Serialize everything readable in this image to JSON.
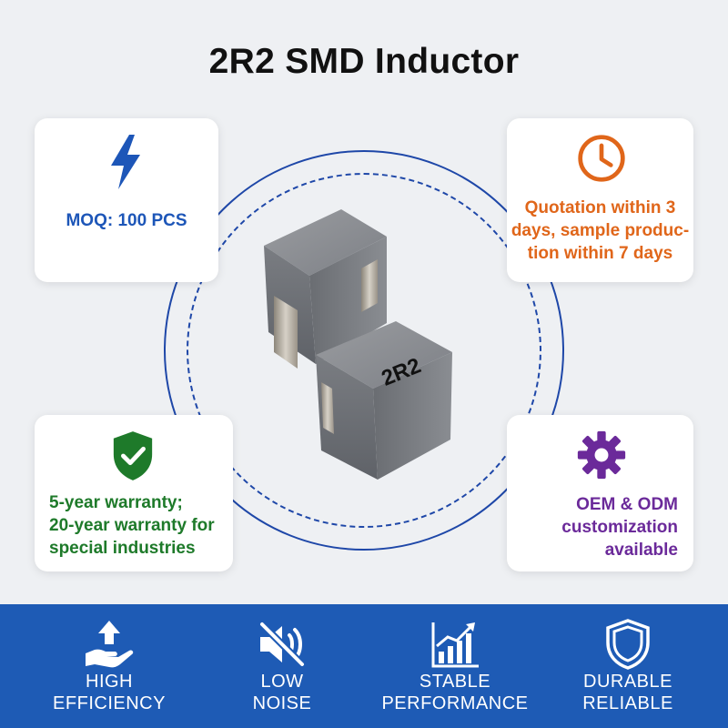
{
  "title": "2R2 SMD Inductor",
  "product_marking": "2R2",
  "cards": {
    "moq": {
      "text": "MOQ: 100 PCS",
      "icon": "lightning-icon",
      "color": "#1d56b8"
    },
    "quotation": {
      "lines": [
        "Quotation within 3",
        "days, sample produc-",
        "tion within 7 days"
      ],
      "icon": "clock-icon",
      "color": "#e0661a"
    },
    "warranty": {
      "lines": [
        "5-year warranty;",
        "20-year warranty for",
        "special industries"
      ],
      "icon": "shield-check-icon",
      "color": "#1e7a2a"
    },
    "oem": {
      "lines": [
        "OEM & ODM",
        "customization",
        "available"
      ],
      "icon": "gear-icon",
      "color": "#6b2a9a"
    }
  },
  "features": [
    {
      "icon": "hand-arrow-up-icon",
      "line1": "HIGH",
      "line2": "EFFICIENCY"
    },
    {
      "icon": "speaker-mute-icon",
      "line1": "LOW",
      "line2": "NOISE"
    },
    {
      "icon": "growth-chart-icon",
      "line1": "STABLE",
      "line2": "PERFORMANCE"
    },
    {
      "icon": "shield-icon",
      "line1": "DURABLE",
      "line2": "RELIABLE"
    }
  ],
  "colors": {
    "brand_blue": "#1e5bb5",
    "ring_blue": "#1e47a8"
  }
}
